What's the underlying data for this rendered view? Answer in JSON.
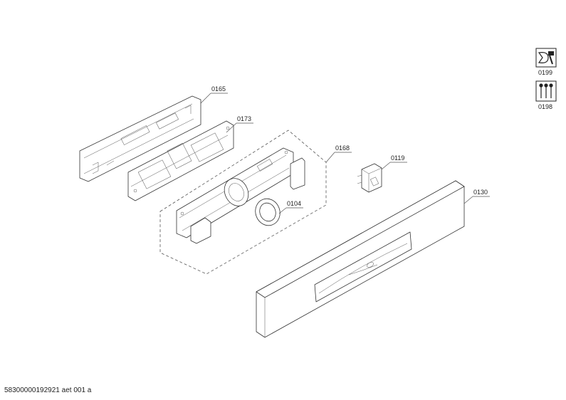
{
  "parts": {
    "p0165": "0165",
    "p0173": "0173",
    "p0168": "0168",
    "p0119": "0119",
    "p0104": "0104",
    "p0130": "0130"
  },
  "icons": {
    "tool_label": "0199",
    "tool_icon": "wrench-icon",
    "screws_label": "0198",
    "screws_icon": "screws-icon"
  },
  "footer": "58300000192921 aet 001 a"
}
